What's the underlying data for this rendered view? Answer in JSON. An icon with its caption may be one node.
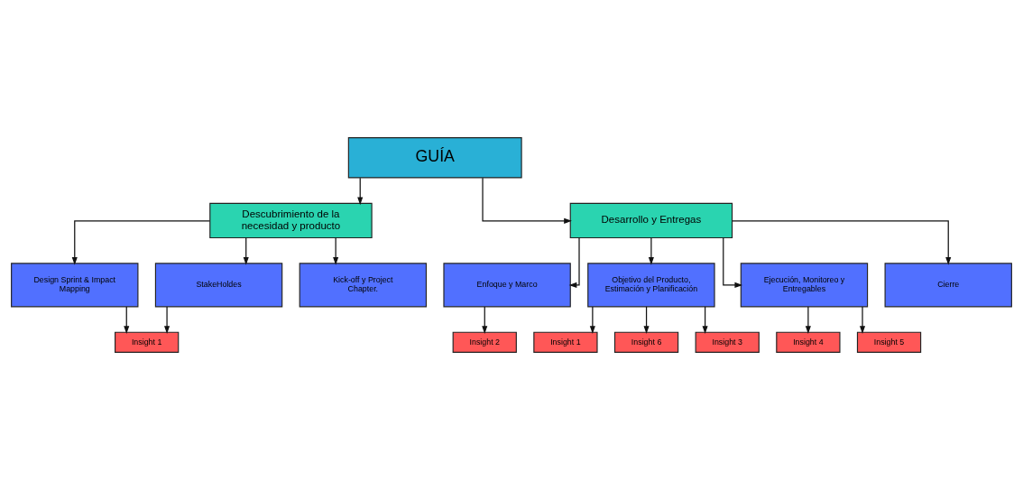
{
  "diagram": {
    "nodes": [
      {
        "text": [
          "GUÍA"
        ]
      },
      {
        "text": [
          "Descubrimiento de la necesidad y producto"
        ]
      },
      {
        "text": [
          "Desarrollo y Entregas"
        ]
      },
      {
        "text": [
          "Design Sprint & Impact Mapping"
        ]
      },
      {
        "text": [
          "StakeHoldes"
        ]
      },
      {
        "text": [
          "Kick-off y Project Chapter."
        ]
      },
      {
        "text": [
          "Insight 1"
        ]
      },
      {
        "text": [
          "Enfoque y Marco"
        ]
      },
      {
        "text": [
          "Objetivo del Producto, Estimación y Planificación"
        ]
      },
      {
        "text": [
          "Ejecución, Monitoreo y Entregables"
        ]
      },
      {
        "text": [
          "Cierre"
        ]
      },
      {
        "text": [
          "Insight 2"
        ]
      },
      {
        "text": [
          "Insight 1"
        ]
      },
      {
        "text": [
          "Insight 6"
        ]
      },
      {
        "text": [
          "Insight 3"
        ]
      },
      {
        "text": [
          "Insight 4"
        ]
      },
      {
        "text": [
          "Insight 5"
        ]
      }
    ],
    "edges": [
      {
        "from": 0,
        "to": 1,
        "arrow": "to"
      },
      {
        "from": 0,
        "to": 2,
        "arrow": "to"
      },
      {
        "from": 1,
        "to": 3,
        "arrow": "to"
      },
      {
        "from": 1,
        "to": 4,
        "arrow": "to"
      },
      {
        "from": 1,
        "to": 5,
        "arrow": "to"
      },
      {
        "from": 3,
        "to": 6,
        "arrow": "to"
      },
      {
        "from": 4,
        "to": 6,
        "arrow": "to"
      },
      {
        "from": 2,
        "to": 7,
        "arrow": "to"
      },
      {
        "from": 2,
        "to": 8,
        "arrow": "to"
      },
      {
        "from": 2,
        "to": 9,
        "arrow": "to"
      },
      {
        "from": 2,
        "to": 10,
        "arrow": "to"
      },
      {
        "from": 7,
        "to": 11,
        "arrow": "to"
      },
      {
        "from": 8,
        "to": 12,
        "arrow": "to"
      },
      {
        "from": 8,
        "to": 13,
        "arrow": "to"
      },
      {
        "from": 8,
        "to": 14,
        "arrow": "to"
      },
      {
        "from": 9,
        "to": 15,
        "arrow": "to"
      },
      {
        "from": 9,
        "to": 16,
        "arrow": "to"
      }
    ]
  }
}
